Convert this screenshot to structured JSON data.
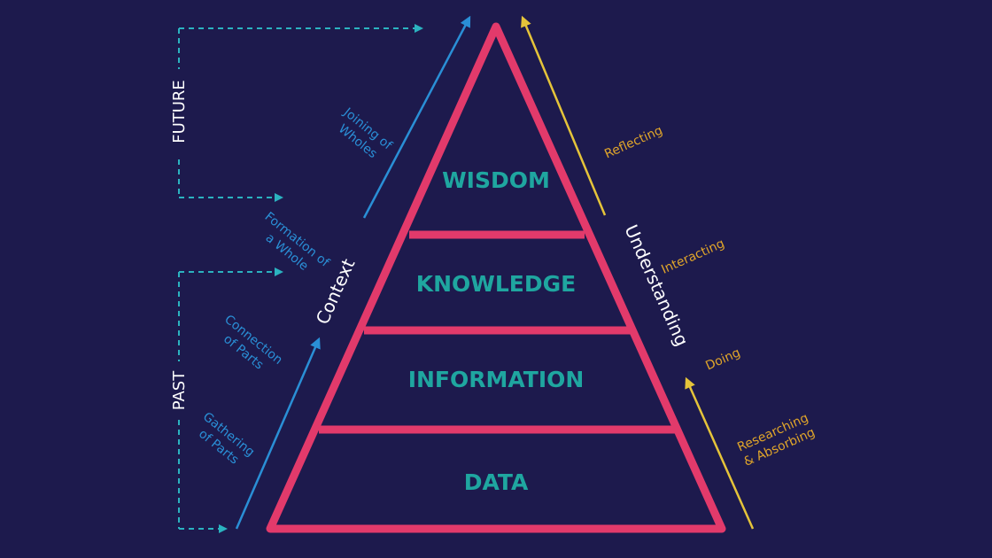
{
  "colors": {
    "background": "#1d1a4d",
    "pyramid": "#e23a6b",
    "tier_text": "#1fa6a0",
    "context": "#2a8fd6",
    "understanding": "#e5c43a",
    "side_label": "#ffffff"
  },
  "tiers": [
    "WISDOM",
    "KNOWLEDGE",
    "INFORMATION",
    "DATA"
  ],
  "time": {
    "future": "FUTURE",
    "past": "PAST"
  },
  "context": {
    "label": "Context",
    "steps": [
      [
        "Joining of",
        "Wholes"
      ],
      [
        "Formation of",
        "a Whole"
      ],
      [
        "Connection",
        "of Parts"
      ],
      [
        "Gathering",
        "of Parts"
      ]
    ]
  },
  "understanding": {
    "label": "Understanding",
    "steps": [
      [
        "Reflecting"
      ],
      [
        "Interacting"
      ],
      [
        "Doing"
      ],
      [
        "Researching",
        "& Absorbing"
      ]
    ]
  }
}
